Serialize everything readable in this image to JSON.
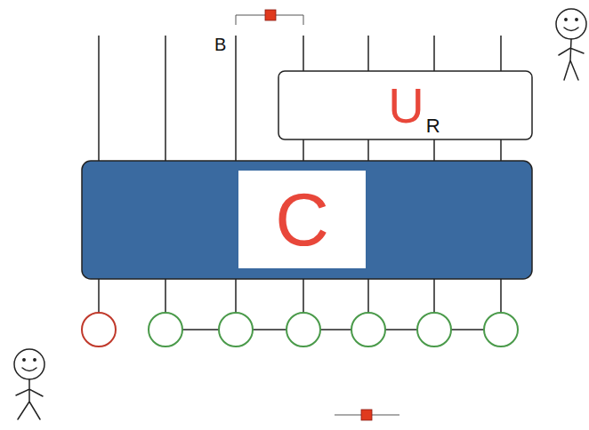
{
  "diagram": {
    "nodes": [
      {
        "text": [
          "C"
        ]
      },
      {
        "text": [
          "U",
          "R"
        ]
      }
    ],
    "labels": [
      "B"
    ]
  }
}
